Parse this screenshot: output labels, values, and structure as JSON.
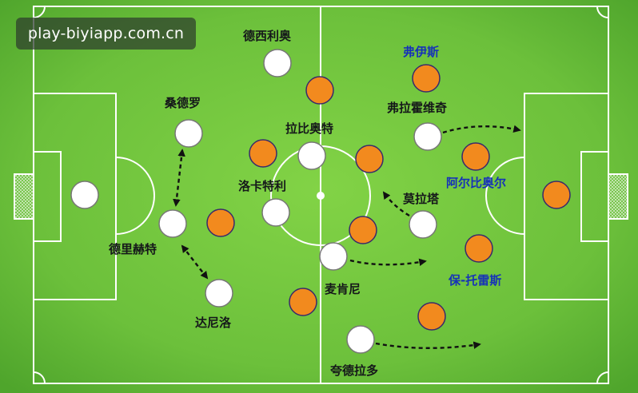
{
  "watermark": "play-biyiapp.com.cn",
  "colors": {
    "pitch_light": "#82d346",
    "pitch_dark": "#4fa52c",
    "line": "#ffffff",
    "home_player": "#ffffff",
    "away_player": "#f28a1e",
    "home_label": "#15181a",
    "away_label": "#1632b8"
  },
  "labels": {
    "desiliao": "德西利奥",
    "fuyisi": "弗伊斯",
    "sangdeluo": "桑德罗",
    "labiaote": "拉比奥特",
    "fulahuoweiqi": "弗拉霍维奇",
    "luokateli": "洛卡特利",
    "aerbiaoer": "阿尔比奥尔",
    "molata": "莫拉塔",
    "delihete": "德里赫特",
    "baotuoleisi": "保-托雷斯",
    "maikenni": "麦肯尼",
    "daniluo": "达尼洛",
    "kuadeladuo": "夸德拉多"
  }
}
